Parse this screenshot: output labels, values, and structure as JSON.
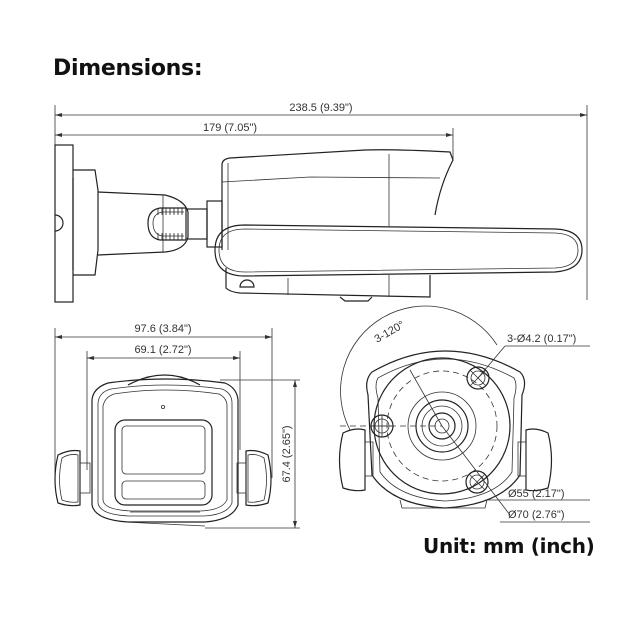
{
  "header": {
    "title": "Dimensions:"
  },
  "footer": {
    "unit_label": "Unit: mm (inch)"
  },
  "side_view": {
    "overall_length": "238.5 (9.39\")",
    "mount_to_housing_length": "179 (7.05\")"
  },
  "front_view": {
    "overall_width": "97.6 (3.84\")",
    "housing_width": "69.1 (2.72\")",
    "housing_height": "67.4 (2.65\")"
  },
  "rear_view": {
    "angle_label": "3-120°",
    "screw_holes": "3-Ø4.2 (0.17\")",
    "inner_diameter": "Ø55 (2.17\")",
    "outer_diameter": "Ø70 (2.76\")"
  },
  "colors": {
    "line": "#222222",
    "text": "#333333",
    "background": "#ffffff"
  }
}
